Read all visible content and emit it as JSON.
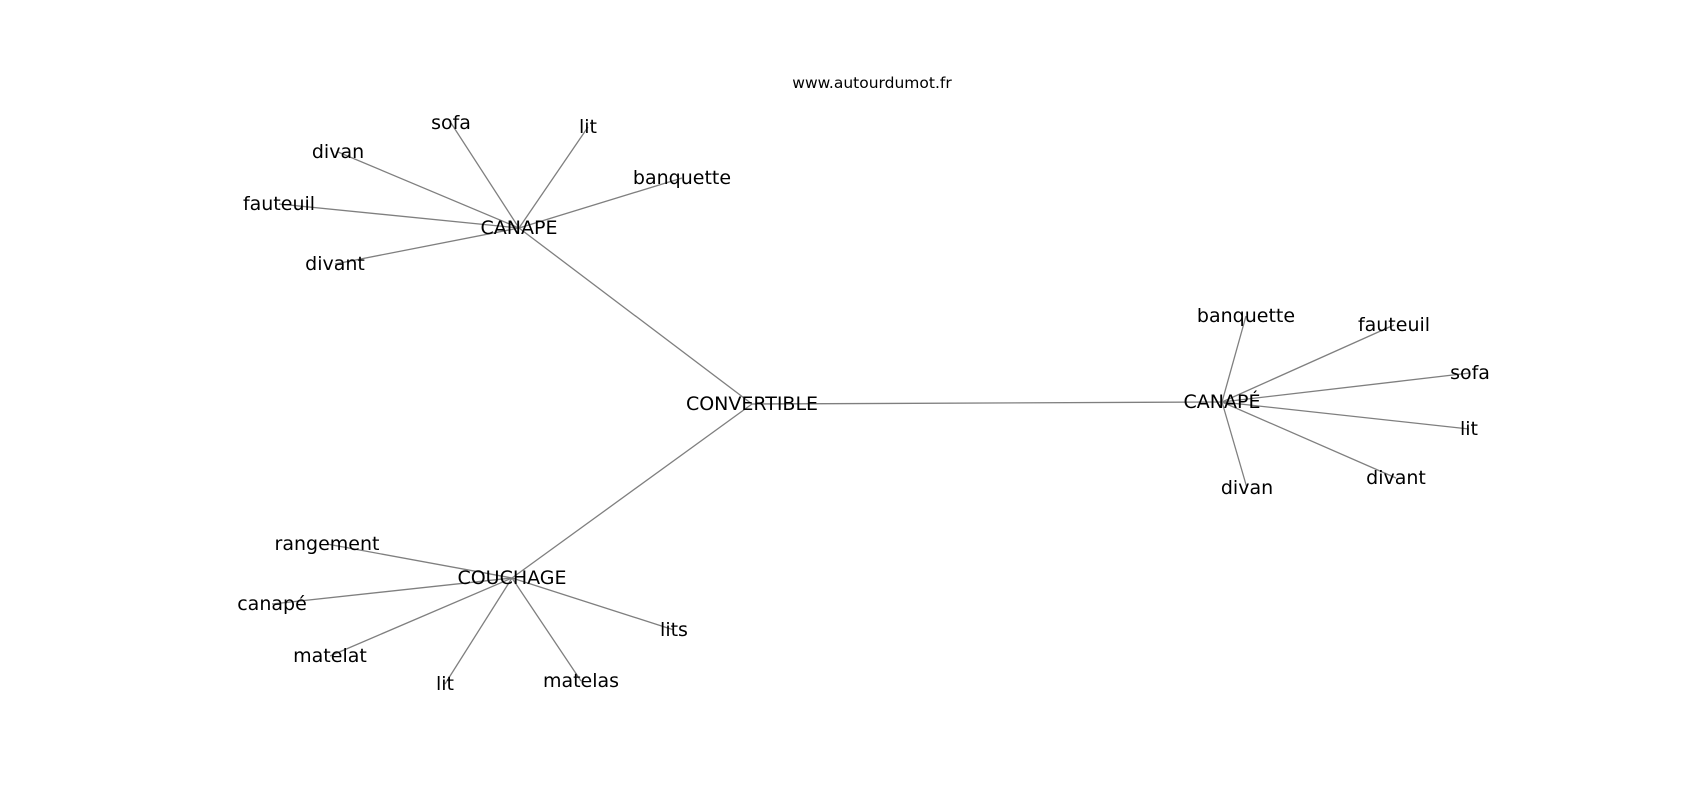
{
  "credit": "www.autourdumot.fr",
  "graph": {
    "center": "CONVERTIBLE",
    "clusters": [
      {
        "hub": "CANAPE",
        "words": [
          "sofa",
          "lit",
          "divan",
          "banquette",
          "fauteuil",
          "divant"
        ]
      },
      {
        "hub": "CANAPÉ",
        "words": [
          "banquette",
          "fauteuil",
          "sofa",
          "lit",
          "divant",
          "divan"
        ]
      },
      {
        "hub": "COUCHAGE",
        "words": [
          "rangement",
          "canapé",
          "lits",
          "matelat",
          "lit",
          "matelas"
        ]
      }
    ]
  }
}
